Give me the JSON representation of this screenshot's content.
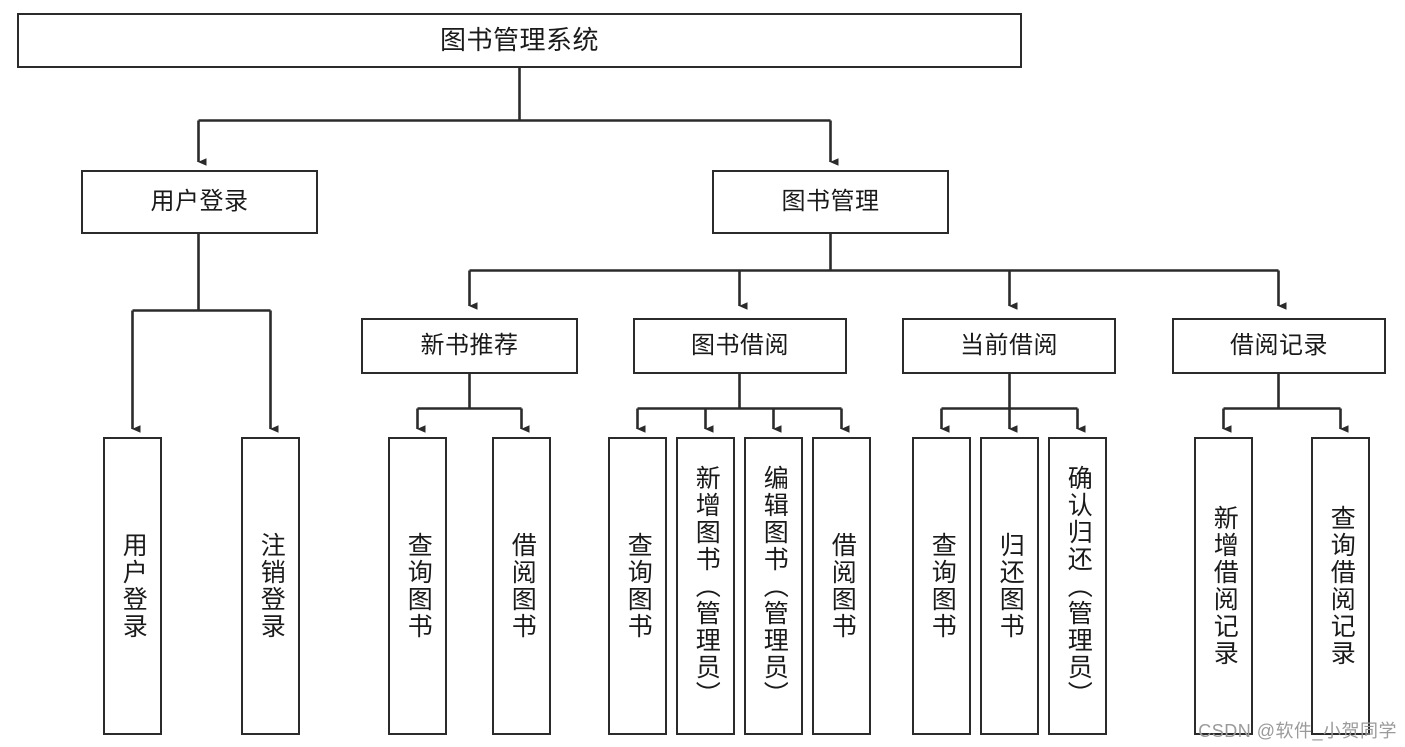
{
  "diagram": {
    "type": "tree-hierarchy-chart",
    "title": "图书管理系统",
    "stroke_color": "#2b2b2b",
    "background_color": "#ffffff",
    "text_color": "#1a1a1a",
    "root": {
      "label": "图书管理系统"
    },
    "level2": [
      {
        "label": "用户登录"
      },
      {
        "label": "图书管理"
      }
    ],
    "level3": [
      {
        "label": "新书推荐"
      },
      {
        "label": "图书借阅"
      },
      {
        "label": "当前借阅"
      },
      {
        "label": "借阅记录"
      }
    ],
    "leaves": {
      "user_login": [
        {
          "label": "用户登录"
        },
        {
          "label": "注销登录"
        }
      ],
      "new_book_recommend": [
        {
          "label": "查询图书"
        },
        {
          "label": "借阅图书"
        }
      ],
      "book_borrow": [
        {
          "label": "查询图书"
        },
        {
          "label": "新增图书（管理员）"
        },
        {
          "label": "编辑图书（管理员）"
        },
        {
          "label": "借阅图书"
        }
      ],
      "current_borrow": [
        {
          "label": "查询图书"
        },
        {
          "label": "归还图书"
        },
        {
          "label": "确认归还（管理员）"
        }
      ],
      "borrow_record": [
        {
          "label": "新增借阅记录"
        },
        {
          "label": "查询借阅记录"
        }
      ]
    },
    "watermark": "CSDN @软件_小贺同学"
  }
}
